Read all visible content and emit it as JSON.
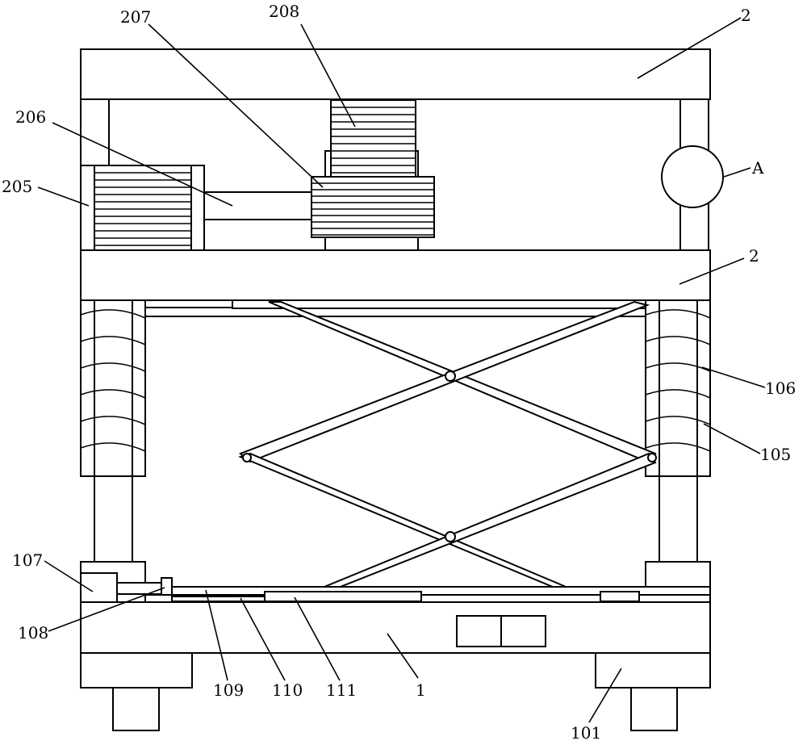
{
  "labels": {
    "top_beam": "2",
    "mid_beam": "2",
    "detail": "A",
    "p205": "205",
    "p206": "206",
    "p207": "207",
    "p208": "208",
    "p106": "106",
    "p105": "105",
    "p107": "107",
    "p108": "108",
    "p109": "109",
    "p110": "110",
    "p111": "111",
    "base": "1",
    "p101": "101"
  },
  "colors": {
    "line": "#000000",
    "background": "#ffffff"
  }
}
